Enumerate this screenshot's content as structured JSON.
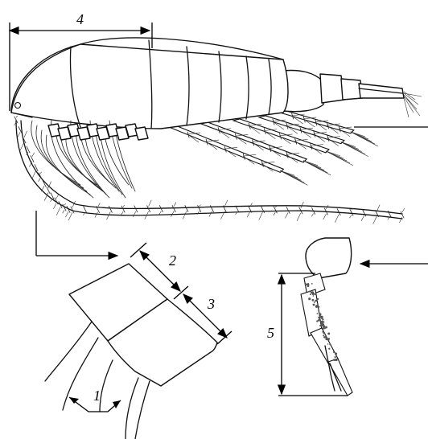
{
  "labels": {
    "one": "1",
    "two": "2",
    "three": "3",
    "four": "4",
    "five": "5"
  },
  "colors": {
    "line": "#111111",
    "background": "#ffffff"
  }
}
